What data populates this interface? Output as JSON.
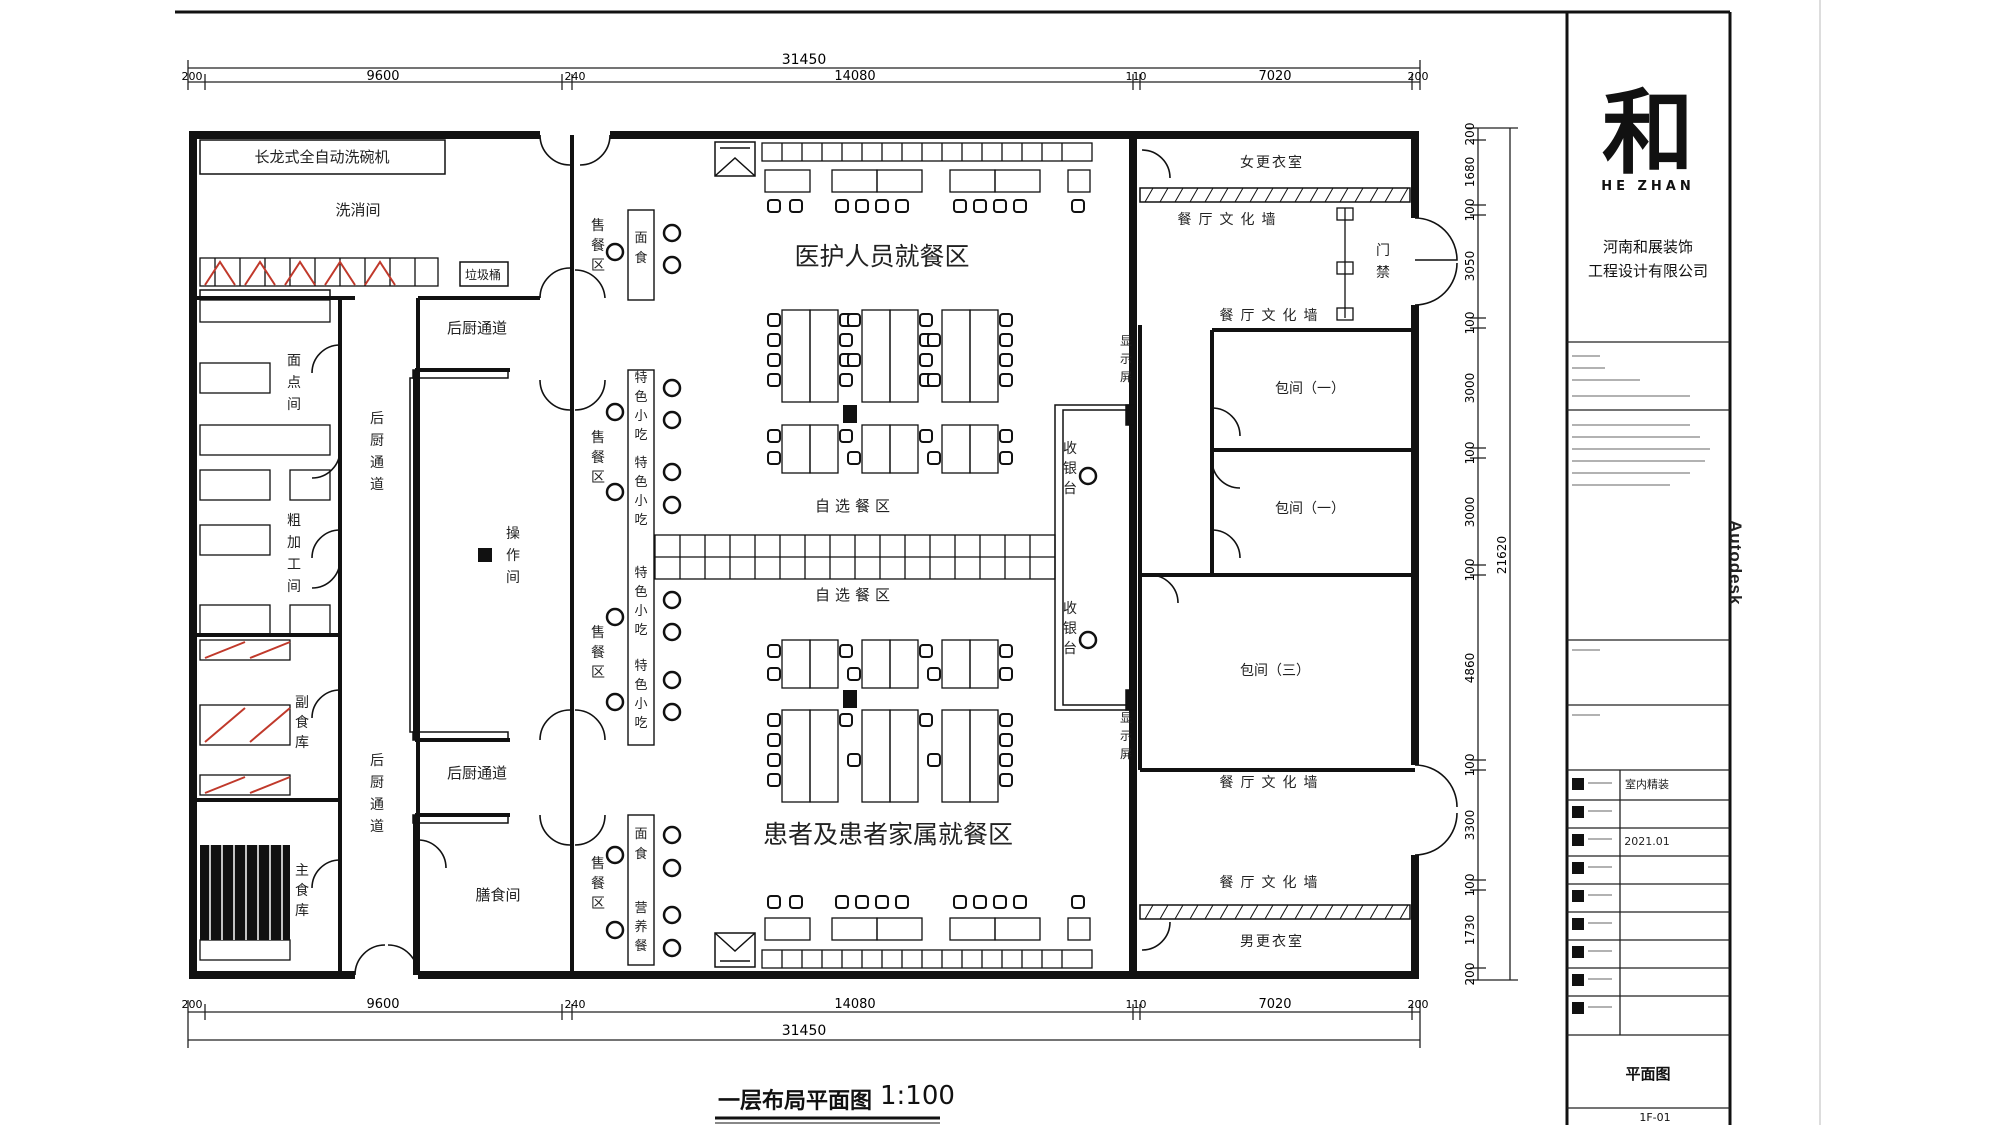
{
  "drawing": {
    "title": "一层布局平面图",
    "scale": "1:100",
    "software_watermark": "Autodesk",
    "colors": {
      "wall": "#111111",
      "line": "#222222",
      "accent_red": "#c0392b",
      "paper": "#ffffff"
    }
  },
  "dimensions": {
    "total_width": "31450",
    "top_segments": [
      "200",
      "9600",
      "240",
      "14080",
      "110",
      "7020",
      "200"
    ],
    "bottom_segments": [
      "200",
      "9600",
      "240",
      "14080",
      "110",
      "7020",
      "200"
    ],
    "right_segments": [
      "200",
      "1680",
      "100",
      "3050",
      "100",
      "3000",
      "100",
      "3000",
      "100",
      "4860",
      "100",
      "3300",
      "100",
      "1730",
      "200"
    ],
    "right_total": "21620"
  },
  "rooms": {
    "dishwasher": "长龙式全自动洗碗机",
    "wash_room": "洗消间",
    "trash_bin": "垃圾桶",
    "pastry_room": "面点间",
    "rough_processing": "粗加工间",
    "side_storage": "副食库",
    "main_storage": "主食库",
    "kitchen_corridor_v1": "后厨通道",
    "kitchen_corridor_v2": "后厨通道",
    "kitchen_corridor_h1": "后厨通道",
    "kitchen_corridor_h2": "后厨通道",
    "operation_room": "操作间",
    "meal_prep_room": "膳食间",
    "serving_1": "售餐区",
    "serving_2": "售餐区",
    "serving_3": "售餐区",
    "serving_4": "售餐区",
    "counter_noodle_1": "面食",
    "counter_snack_1": "特色小吃",
    "counter_snack_2": "特色小吃",
    "counter_snack_3": "特色小吃",
    "counter_snack_4": "特色小吃",
    "counter_noodle_2": "面食",
    "counter_nutrition": "营养餐",
    "staff_dining": "医护人员就餐区",
    "patient_dining": "患者及患者家属就餐区",
    "self_service_1": "自选餐区",
    "self_service_2": "自选餐区",
    "cashier_1": "收银台",
    "cashier_2": "收银台",
    "display_1": "显示屏",
    "display_2": "显示屏",
    "culture_wall_1": "餐厅文化墙",
    "culture_wall_2": "餐厅文化墙",
    "culture_wall_3": "餐厅文化墙",
    "culture_wall_4": "餐厅文化墙",
    "gate": "门禁",
    "private_room_1": "包间（一）",
    "private_room_2": "包间（一）",
    "private_room_3": "包间（三）",
    "female_locker": "女更衣室",
    "male_locker": "男更衣室"
  },
  "title_block": {
    "logo_glyph": "和",
    "logo_text": "HE ZHAN",
    "company_line1": "河南和展装饰",
    "company_line2": "工程设计有限公司",
    "row_1": "室内精装",
    "row_2": "2021.01",
    "drawing_name": "平面图",
    "sheet_no": "1F-01"
  }
}
